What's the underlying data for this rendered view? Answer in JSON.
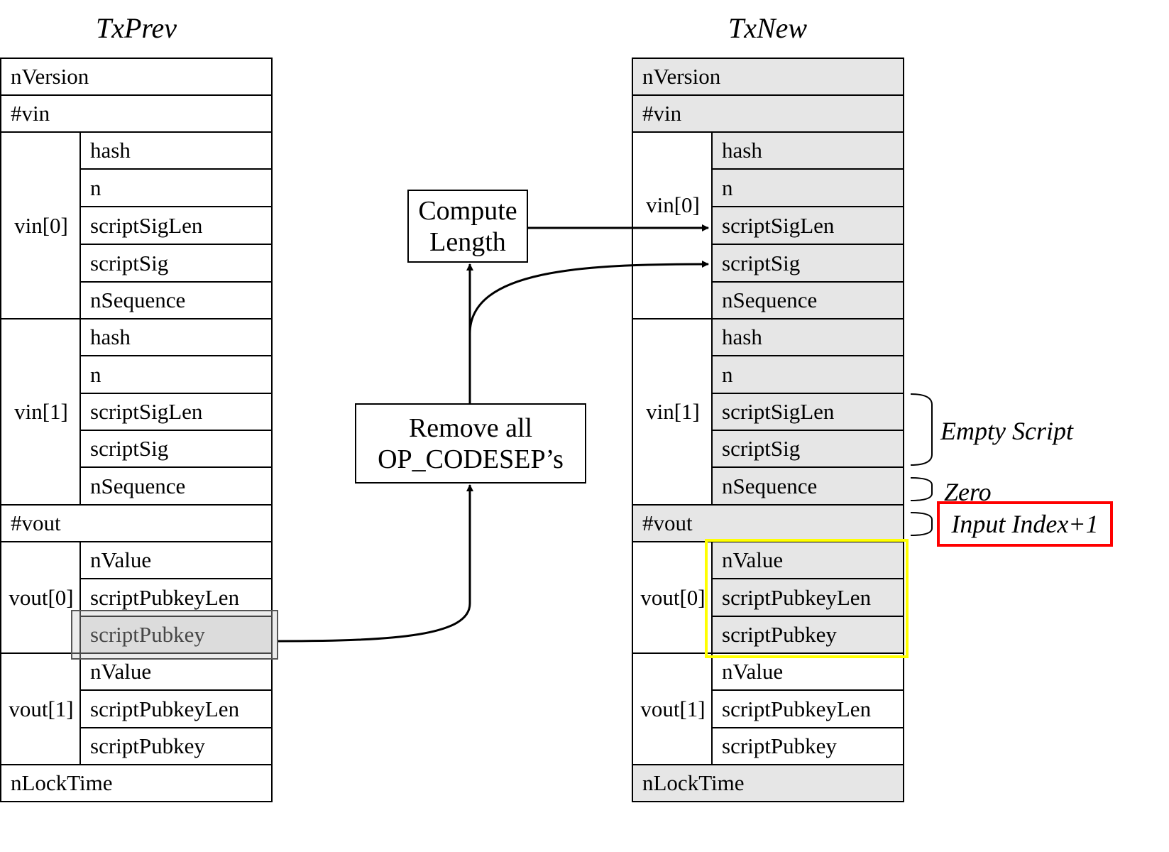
{
  "titles": {
    "prev": "TxPrev",
    "new": "TxNew"
  },
  "fields": {
    "nVersion": "nVersion",
    "vin_count": "#vin",
    "vin0": "vin[0]",
    "vin1": "vin[1]",
    "hash": "hash",
    "n": "n",
    "scriptSigLen": "scriptSigLen",
    "scriptSig": "scriptSig",
    "nSequence": "nSequence",
    "vout_count": "#vout",
    "vout0": "vout[0]",
    "vout1": "vout[1]",
    "nValue": "nValue",
    "scriptPubkeyLen": "scriptPubkeyLen",
    "scriptPubkey": "scriptPubkey",
    "nLockTime": "nLockTime"
  },
  "process": {
    "compute_line1": "Compute",
    "compute_line2": "Length",
    "remove_line1": "Remove all",
    "remove_line2": "OP_CODESEP’s"
  },
  "annotations": {
    "empty_script": "Empty Script",
    "zero": "Zero",
    "input_index": "Input Index+1"
  },
  "colors": {
    "highlight_yellow": "#ffff00",
    "highlight_red": "#ff0000",
    "new_cell_fill": "#e6e6e6"
  }
}
